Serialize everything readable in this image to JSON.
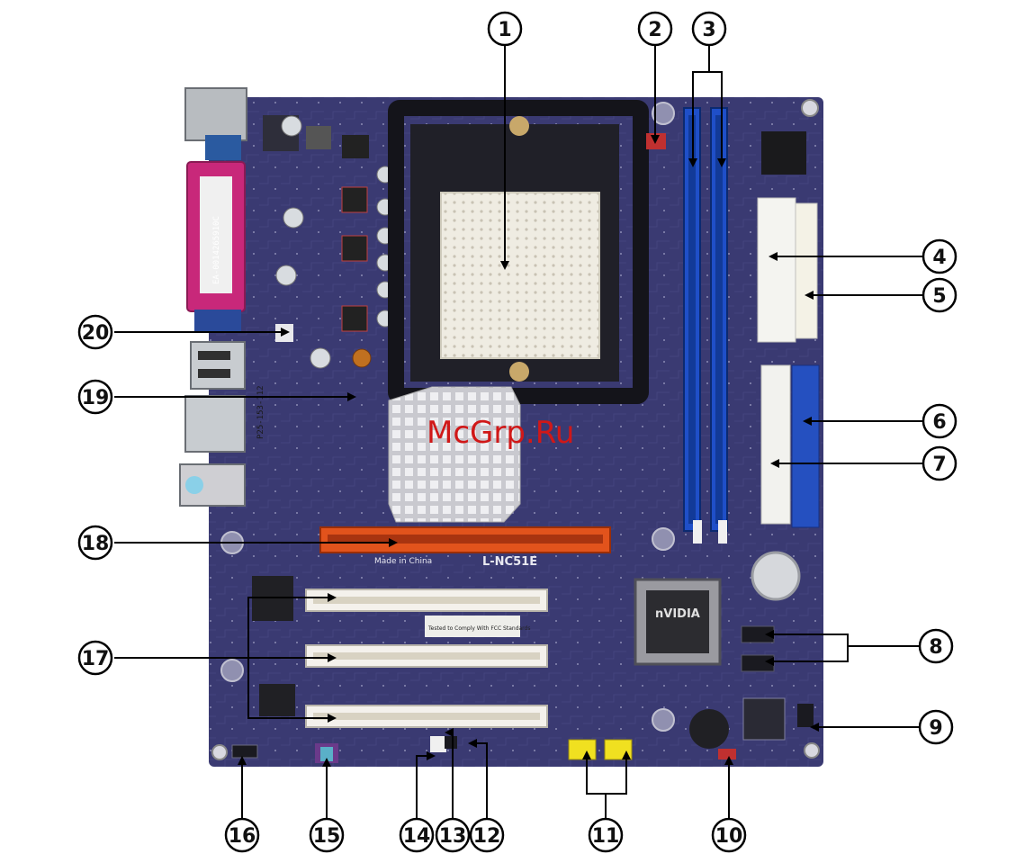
{
  "board": {
    "model_label": "L-NC51E",
    "made_in": "Made in China",
    "chipset_brand": "nVIDIA",
    "parallel_port_label": "EA-0014265910C",
    "lan_label": "P25-153-112",
    "fcc_text": "Tested to Comply With FCC Standards",
    "watermark": "McGrp.Ru",
    "colors": {
      "pcb": "#3a3a72",
      "dimm_slot": "#1f4fc8",
      "pcie_slot": "#e2531c",
      "pci_slot": "#f4f1ec",
      "ide_primary": "#2550c0",
      "ide_secondary": "#f2f2ee",
      "power_connector": "#f4f4f0",
      "parallel_port": "#c8287a",
      "usb_header": "#f0e020",
      "watermark": "#d01818"
    }
  },
  "callouts": [
    "1",
    "2",
    "3",
    "4",
    "5",
    "6",
    "7",
    "8",
    "9",
    "10",
    "11",
    "12",
    "13",
    "14",
    "15",
    "16",
    "17",
    "18",
    "19",
    "20"
  ]
}
